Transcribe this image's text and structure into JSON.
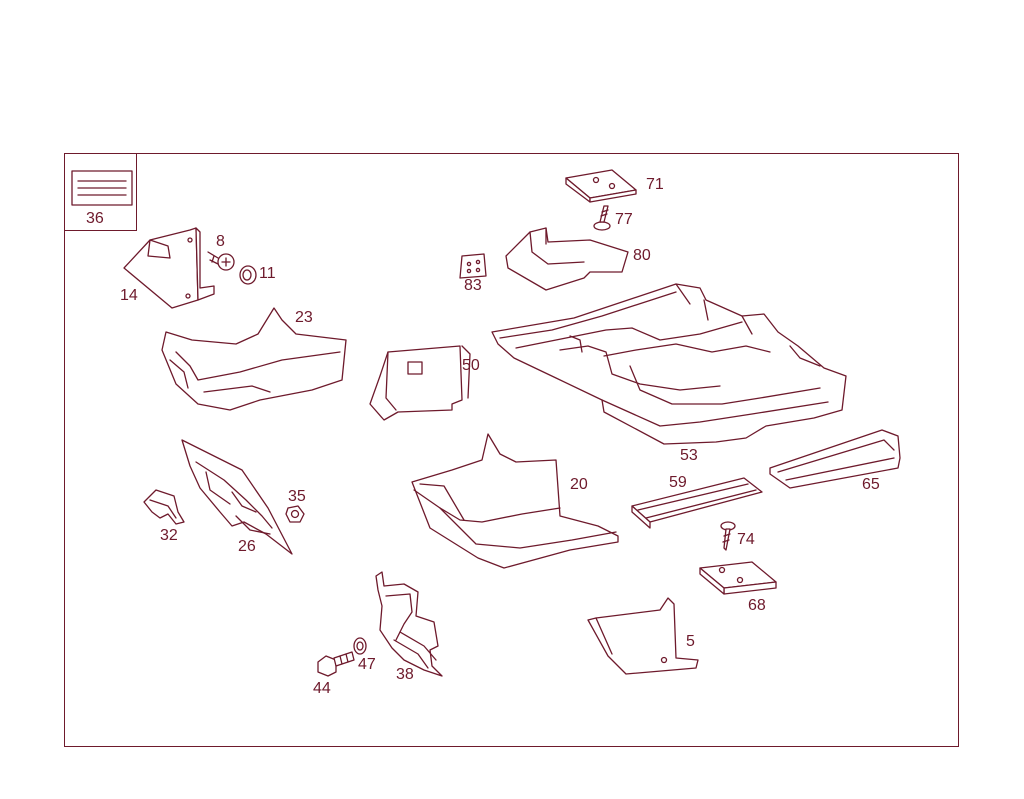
{
  "diagram": {
    "line_color": "#6e1a2c",
    "background": "#ffffff",
    "legend_label": "36",
    "parts": [
      {
        "id": "p8",
        "label": "8"
      },
      {
        "id": "p11",
        "label": "11"
      },
      {
        "id": "p14",
        "label": "14"
      },
      {
        "id": "p23",
        "label": "23"
      },
      {
        "id": "p83",
        "label": "83"
      },
      {
        "id": "p71",
        "label": "71"
      },
      {
        "id": "p77",
        "label": "77"
      },
      {
        "id": "p80",
        "label": "80"
      },
      {
        "id": "p50",
        "label": "50"
      },
      {
        "id": "p53",
        "label": "53"
      },
      {
        "id": "p35",
        "label": "35"
      },
      {
        "id": "p32",
        "label": "32"
      },
      {
        "id": "p26",
        "label": "26"
      },
      {
        "id": "p20",
        "label": "20"
      },
      {
        "id": "p59",
        "label": "59"
      },
      {
        "id": "p65",
        "label": "65"
      },
      {
        "id": "p74",
        "label": "74"
      },
      {
        "id": "p68",
        "label": "68"
      },
      {
        "id": "p5",
        "label": "5"
      },
      {
        "id": "p47",
        "label": "47"
      },
      {
        "id": "p44",
        "label": "44"
      },
      {
        "id": "p38",
        "label": "38"
      }
    ]
  }
}
